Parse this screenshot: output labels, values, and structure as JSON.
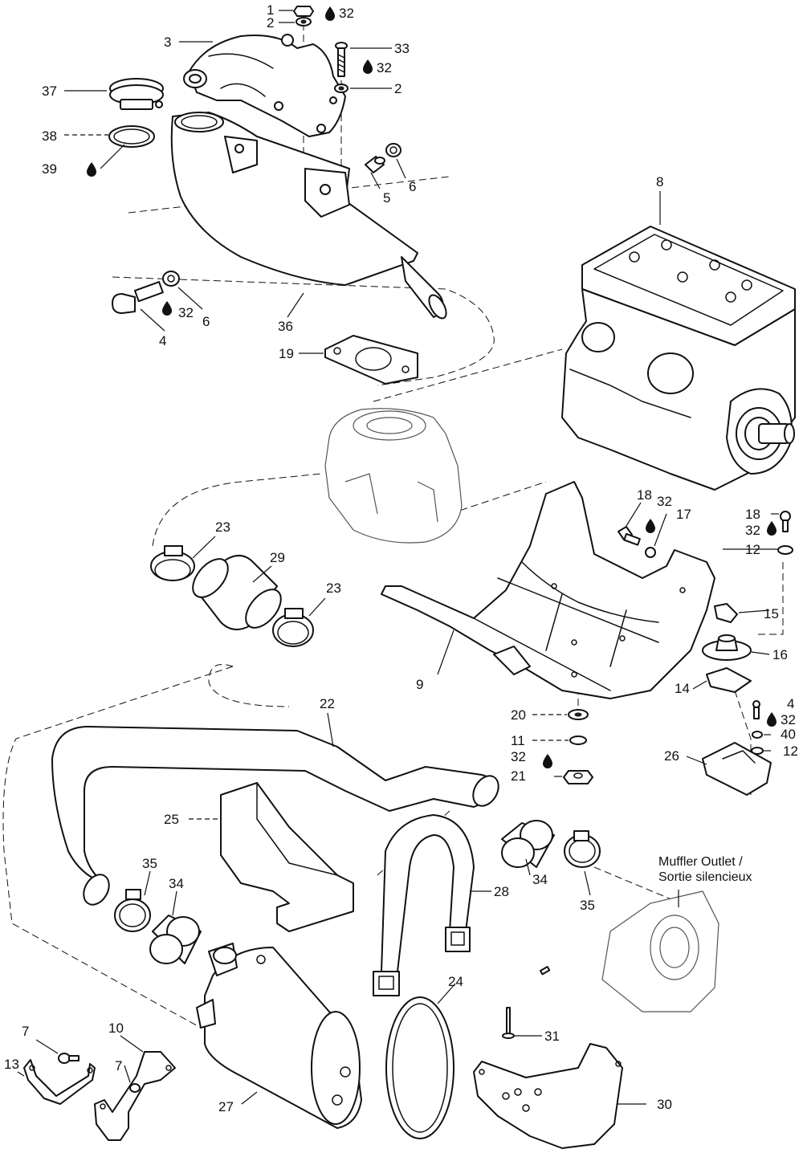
{
  "callouts": {
    "c1": "1",
    "c2a": "2",
    "c2b": "2",
    "c3": "3",
    "c4a": "4",
    "c4b": "4",
    "c5": "5",
    "c6a": "6",
    "c6b": "6",
    "c7a": "7",
    "c7b": "7",
    "c8": "8",
    "c9": "9",
    "c10": "10",
    "c11": "11",
    "c12a": "12",
    "c12b": "12",
    "c13": "13",
    "c14": "14",
    "c15": "15",
    "c16": "16",
    "c17": "17",
    "c18a": "18",
    "c18b": "18",
    "c19": "19",
    "c20": "20",
    "c21": "21",
    "c22": "22",
    "c23a": "23",
    "c23b": "23",
    "c24": "24",
    "c25": "25",
    "c26": "26",
    "c27": "27",
    "c28": "28",
    "c29": "29",
    "c30": "30",
    "c31": "31",
    "c32a": "32",
    "c32b": "32",
    "c32c": "32",
    "c32d": "32",
    "c32e": "32",
    "c32f": "32",
    "c33": "33",
    "c34a": "34",
    "c34b": "34",
    "c35a": "35",
    "c35b": "35",
    "c36": "36",
    "c37": "37",
    "c38": "38",
    "c39": "39",
    "c40": "40"
  },
  "captions": {
    "muffler_outlet_en": "Muffler Outlet /",
    "muffler_outlet_fr": "Sortie silencieux"
  },
  "icons": {
    "sealant_drop": "sealant-drop-icon"
  }
}
